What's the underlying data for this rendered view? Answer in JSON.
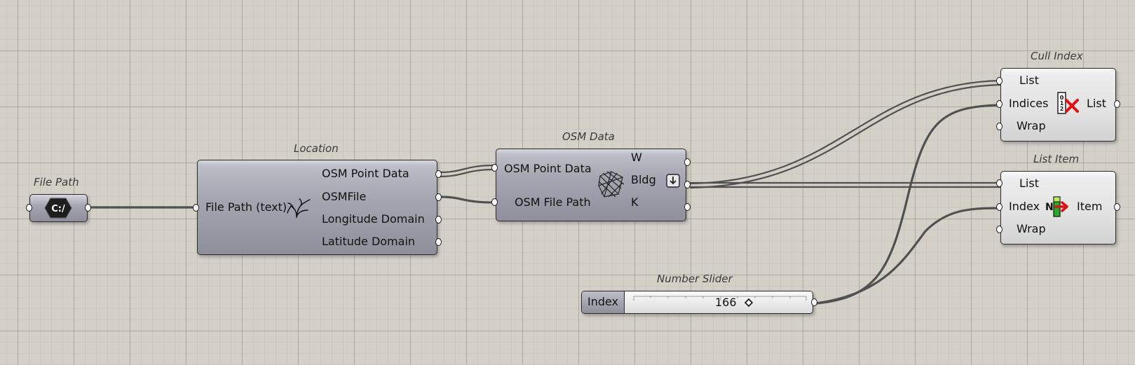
{
  "file_path": {
    "title": "File Path",
    "icon": "c-drive-hexagon-icon",
    "icon_text": "C:/"
  },
  "location": {
    "title": "Location",
    "inputs": [
      "File Path (text)"
    ],
    "outputs": [
      "OSM Point Data",
      "OSMFile",
      "Longitude Domain",
      "Latitude Domain"
    ],
    "icon": "location-tree-icon"
  },
  "osm_data": {
    "title": "OSM Data",
    "inputs": [
      "OSM Point Data",
      "OSM File Path"
    ],
    "outputs": [
      "W",
      "Bldg",
      "K"
    ],
    "icon": "osm-map-icon",
    "flag_icon": "down-arrow-icon"
  },
  "cull_index": {
    "title": "Cull Index",
    "inputs": [
      "List",
      "Indices",
      "Wrap"
    ],
    "outputs": [
      "List"
    ],
    "icon": "cull-index-icon"
  },
  "list_item": {
    "title": "List Item",
    "inputs": [
      "List",
      "Index",
      "Wrap"
    ],
    "outputs": [
      "Item"
    ],
    "icon": "list-item-icon",
    "icon_text": "N"
  },
  "number_slider": {
    "title": "Number Slider",
    "label": "Index",
    "value": "166"
  },
  "colors": {
    "canvas": "#d4d0c8",
    "wire": "#4a4a4a",
    "component_grey": "#a6a6b2",
    "component_white": "#e6e6e6"
  }
}
